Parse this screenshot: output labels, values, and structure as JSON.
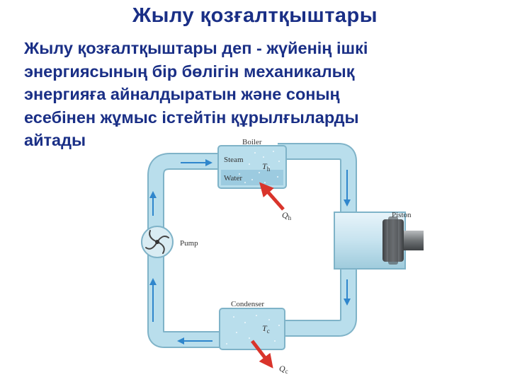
{
  "slide": {
    "title": "Жылу  қозғалтқыштары",
    "body_lines": [
      "Жылу  қозғалтқыштары деп - жүйенің  ішкі",
      "энергиясының  бір бөлігін  механикалық",
      "энергияға  айналдыратын  және  соның",
      "есебінен жұмыс істейтін  құрылғыларды",
      "айтады"
    ]
  },
  "diagram": {
    "labels": {
      "boiler": "Boiler",
      "steam": "Steam",
      "water": "Water",
      "th_main": "T",
      "th_sub": "h",
      "qh_main": "Q",
      "qh_sub": "h",
      "piston": "Piston",
      "pump": "Pump",
      "condenser": "Condenser",
      "tc_main": "T",
      "tc_sub": "c",
      "qc_main": "Q",
      "qc_sub": "c"
    },
    "colors": {
      "pipe": "#a9d5e6",
      "pipe_edge": "#7fb3c8",
      "flow_arrow": "#2f86cc",
      "heat_arrow": "#d9342b",
      "text": "#1a2f86"
    }
  }
}
